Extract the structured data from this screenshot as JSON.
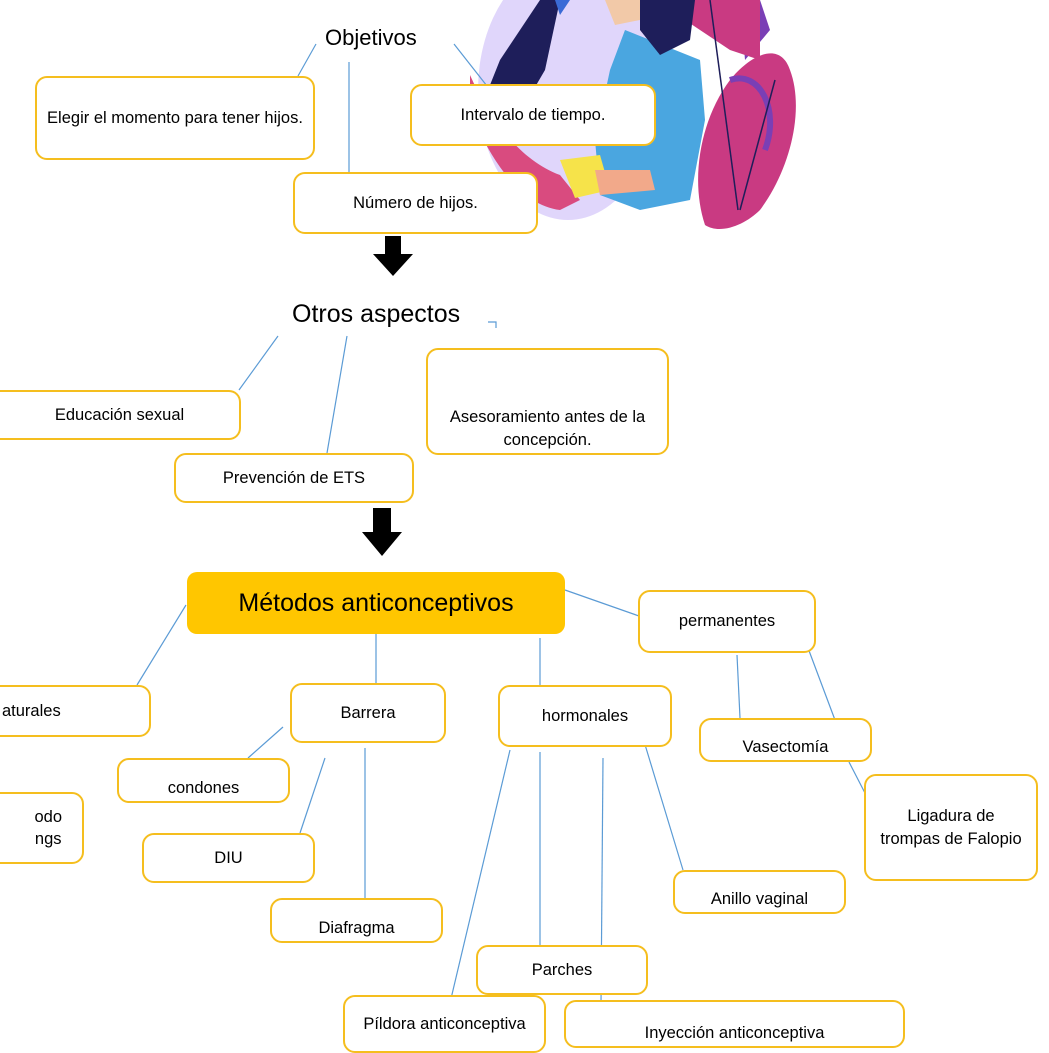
{
  "diagram": {
    "objetivos": {
      "title": "Objetivos",
      "items": [
        "Elegir el momento para tener hijos.",
        "Intervalo de tiempo.",
        "Número de hijos."
      ]
    },
    "otros": {
      "title": "Otros aspectos",
      "items": [
        "Educación sexual",
        "Asesoramiento antes de la concepción.",
        "Prevención de ETS"
      ]
    },
    "metodos": {
      "title": "Métodos anticonceptivos",
      "naturales": {
        "label": "aturales",
        "items": [
          "odo\nngs"
        ]
      },
      "barrera": {
        "label": "Barrera",
        "items": [
          "condones",
          "DIU",
          "Diafragma"
        ]
      },
      "hormonales": {
        "label": "hormonales",
        "items": [
          "Anillo vaginal",
          "Parches",
          "Píldora anticonceptiva",
          "Inyección anticonceptiva"
        ]
      },
      "permanentes": {
        "label": "permanentes",
        "items": [
          "Vasectomía",
          "Ligadura de trompas de Falopio"
        ]
      }
    }
  },
  "colors": {
    "box_border": "#f5be1e",
    "main_fill": "#ffc600",
    "connector": "#5b9bd5",
    "arrow": "#000000",
    "illustration": [
      "#d8cdfa",
      "#1e1e5a",
      "#4aa6e0",
      "#c7397a",
      "#7a3fb5",
      "#f6e34a"
    ]
  },
  "icons": {
    "illustration": "couple-illustration-icon",
    "arrows": "arrow-down-icon"
  }
}
